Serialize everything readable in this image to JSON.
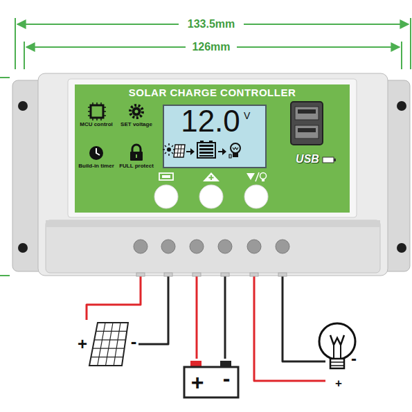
{
  "diagram": {
    "nodes": [
      {
        "text": [
          "SOLAR CHARGE CONTROLLER"
        ]
      },
      {
        "text": [
          "MCU control"
        ],
        "in": 0
      },
      {
        "text": [
          "SET voltage"
        ],
        "in": 0
      },
      {
        "text": [
          "Build-in timer"
        ],
        "in": 0
      },
      {
        "text": [
          "FULL protect"
        ],
        "in": 0
      },
      {
        "text": [
          "12.0",
          "V"
        ],
        "in": 0
      },
      {
        "text": [
          "+",
          "-"
        ]
      },
      {
        "text": [
          "+",
          "-"
        ]
      },
      {
        "text": [
          "-",
          "+"
        ]
      }
    ],
    "edges": [
      {
        "from": 0,
        "to": 6,
        "arrow": "none"
      },
      {
        "from": 0,
        "to": 6,
        "arrow": "none"
      },
      {
        "from": 0,
        "to": 7,
        "arrow": "none"
      },
      {
        "from": 0,
        "to": 7,
        "arrow": "none"
      },
      {
        "from": 0,
        "to": 8,
        "arrow": "none"
      },
      {
        "from": 0,
        "to": 8,
        "arrow": "none"
      }
    ],
    "labels": [
      "133.5mm",
      "126mm",
      "USB"
    ]
  }
}
